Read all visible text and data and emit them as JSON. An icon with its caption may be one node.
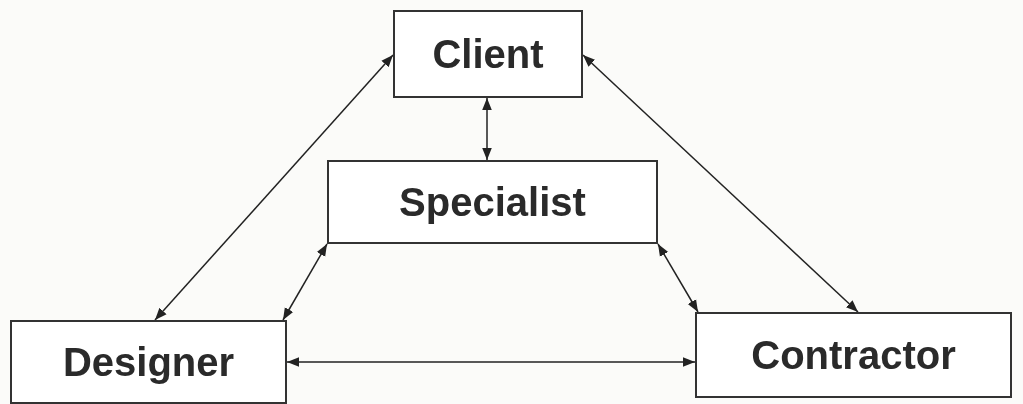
{
  "diagram": {
    "nodes": [
      {
        "text": [
          "Client"
        ]
      },
      {
        "text": [
          "Specialist"
        ]
      },
      {
        "text": [
          "Designer"
        ]
      },
      {
        "text": [
          "Contractor"
        ]
      }
    ],
    "edges": [
      {
        "from": 0,
        "to": 2,
        "arrow": "both"
      },
      {
        "from": 0,
        "to": 3,
        "arrow": "both"
      },
      {
        "from": 0,
        "to": 1,
        "arrow": "both"
      },
      {
        "from": 1,
        "to": 2,
        "arrow": "both"
      },
      {
        "from": 1,
        "to": 3,
        "arrow": "both"
      },
      {
        "from": 2,
        "to": 3,
        "arrow": "both"
      }
    ]
  }
}
